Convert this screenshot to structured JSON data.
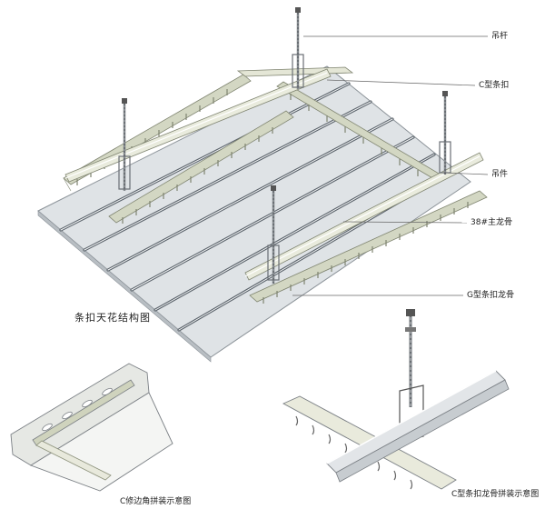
{
  "labels": {
    "hanger_rod": "吊杆",
    "c_strip": "C型条扣",
    "hanger": "吊件",
    "main_keel": "38#主龙骨",
    "g_keel": "G型条扣龙骨"
  },
  "captions": {
    "main": "条扣天花结构图",
    "edge": "C修边角拼装示意图",
    "keel": "C型条扣龙骨拼装示意图"
  },
  "colors": {
    "panel": "#d9dde1",
    "panel_light": "#eceff1",
    "groove": "#5b636b",
    "keel": "#cfd3bd",
    "keel_dark": "#8a8f78",
    "rod": "#6a6f74",
    "leader": "#555555"
  }
}
